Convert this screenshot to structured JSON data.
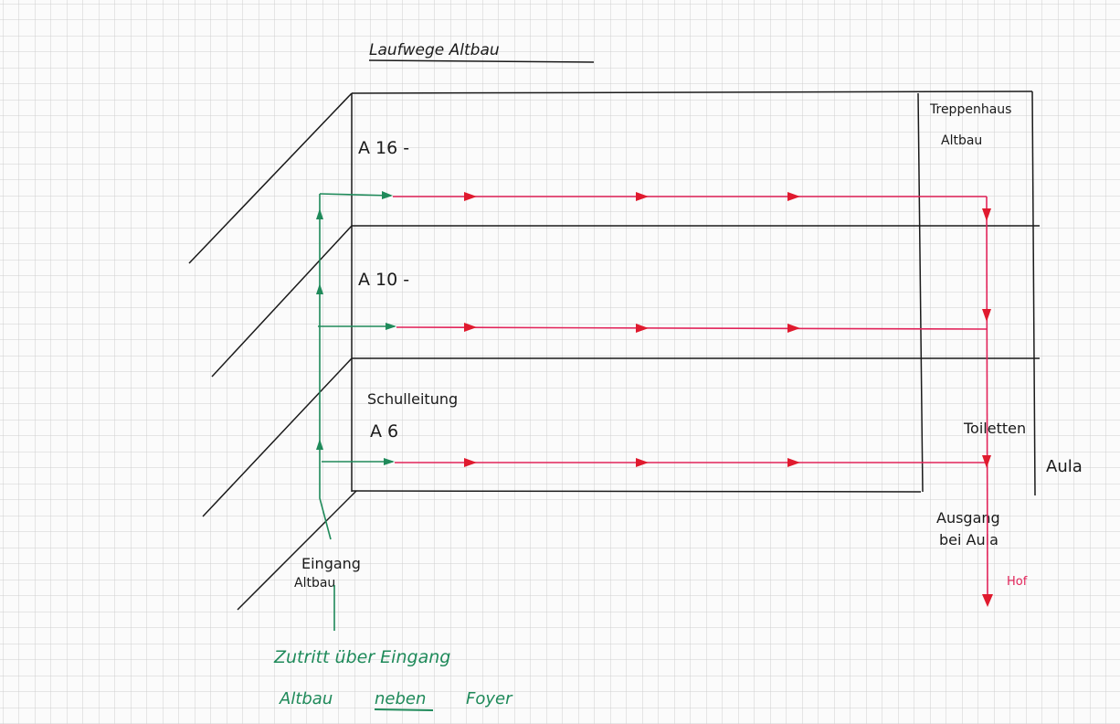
{
  "title": "Laufwege Altbau",
  "floors": [
    {
      "id": "a16",
      "label": "A 16 -"
    },
    {
      "id": "a10",
      "label": "A 10 -"
    },
    {
      "id": "a6",
      "label": "A 6",
      "sublabel": "Schulleitung"
    }
  ],
  "labels": {
    "stairwell_line1": "Treppenhaus",
    "stairwell_line2": "Altbau",
    "toilets": "Toiletten",
    "aula": "Aula",
    "exit_line1": "Ausgang",
    "exit_line2": "bei Aula",
    "yard": "Hof",
    "entrance_line1": "Eingang",
    "entrance_line2": "Altbau",
    "access_line1": "Zutritt über Eingang",
    "access_line2_a": "Altbau",
    "access_line2_b": "neben",
    "access_line2_c": "Foyer"
  },
  "colors": {
    "paper": "#fbfbfb",
    "grid": "#c9c9c9",
    "ink": "#1a1a1a",
    "route": "#e2245a",
    "arrow": "#e01a2e",
    "access": "#1f8a5a"
  }
}
